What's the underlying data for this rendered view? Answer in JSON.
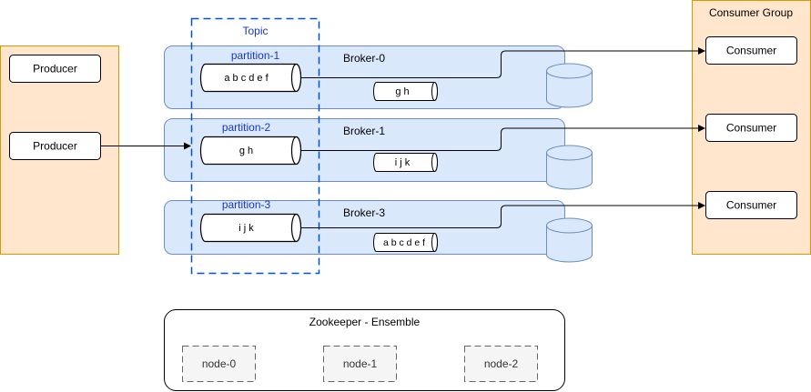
{
  "producers": [
    "Producer",
    "Producer"
  ],
  "topic": {
    "label": "Topic"
  },
  "brokers": [
    {
      "label": "Broker-0",
      "partition": "partition-1",
      "log": "a b c d e f",
      "replica": "g h"
    },
    {
      "label": "Broker-1",
      "partition": "partition-2",
      "log": "g h",
      "replica": "i j k"
    },
    {
      "label": "Broker-3",
      "partition": "partition-3",
      "log": "i j k",
      "replica": "a b c d e f"
    }
  ],
  "consumer_group": {
    "label": "Consumer Group",
    "consumers": [
      "Consumer",
      "Consumer",
      "Consumer"
    ]
  },
  "zookeeper": {
    "label": "Zookeeper - Ensemble",
    "nodes": [
      "node-0",
      "node-1",
      "node-2"
    ]
  },
  "colors": {
    "orange_fill": "#ffe6cc",
    "orange_stroke": "#d79b00",
    "blue_fill": "#dae8fc",
    "blue_stroke": "#6c8ebf",
    "topic_stroke": "#0050d8",
    "topic_text": "#1a35c7",
    "node_fill": "#f5f5f5",
    "node_stroke": "#666666"
  }
}
